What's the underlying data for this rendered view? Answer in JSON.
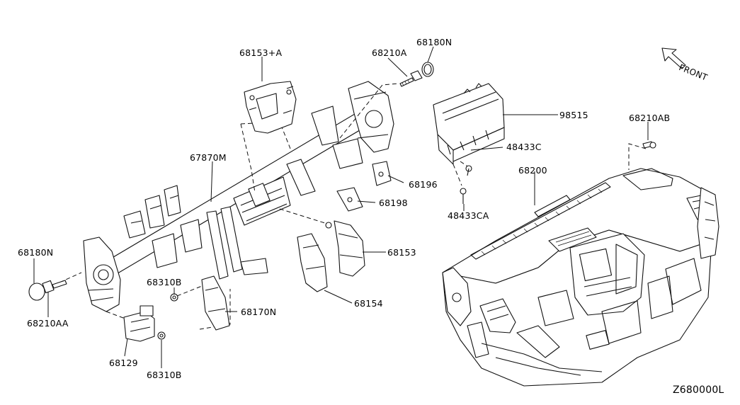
{
  "diagram": {
    "labels": {
      "l68153a": "68153+A",
      "l68210a": "68210A",
      "l68180n_top": "68180N",
      "l98515": "98515",
      "l68210ab": "68210AB",
      "l67870m": "67870M",
      "l48433c": "48433C",
      "l68200": "68200",
      "l68196": "68196",
      "l68198": "68198",
      "l48433ca": "48433CA",
      "l68153": "68153",
      "l68180n_left": "68180N",
      "l68310b_top": "68310B",
      "l68154": "68154",
      "l68170n": "68170N",
      "l68210aa": "68210AA",
      "l68129": "68129",
      "l68310b_bottom": "68310B",
      "front": "FRONT",
      "diagram_code": "Z680000L"
    }
  }
}
